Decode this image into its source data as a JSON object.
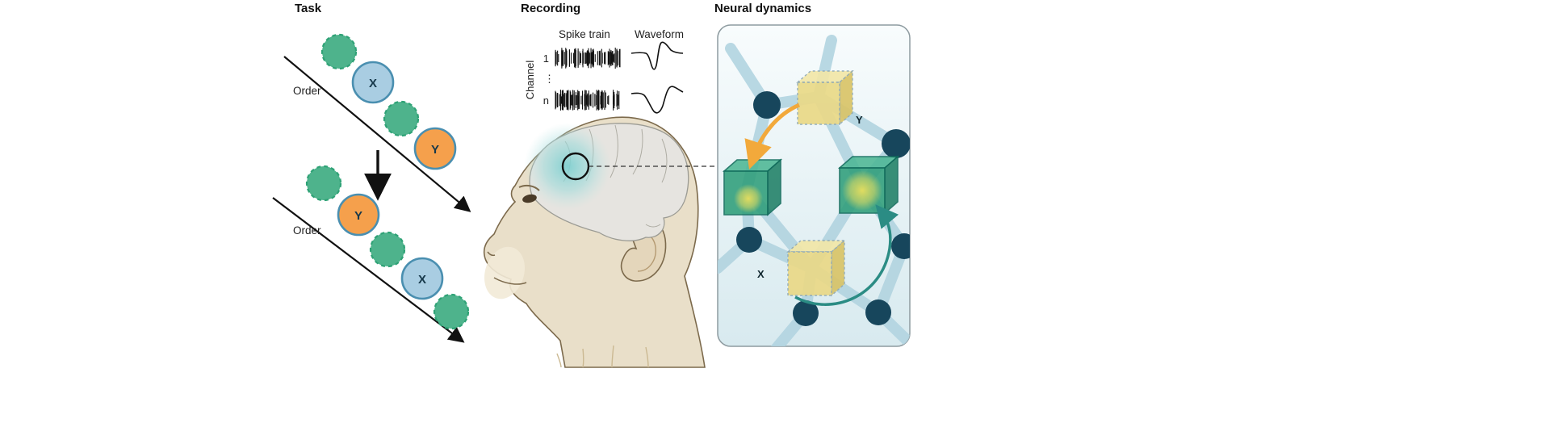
{
  "figure": {
    "panels": {
      "task": {
        "title": "Task",
        "order_label_top": "Order",
        "order_label_bottom": "Order",
        "item_x": "X",
        "item_y": "Y"
      },
      "recording": {
        "title": "Recording",
        "spike_train_label": "Spike train",
        "waveform_label": "Waveform",
        "channel_axis_label": "Channel",
        "channel_first": "1",
        "channel_ellipsis": "⋮",
        "channel_last": "n"
      },
      "neural_dynamics": {
        "title": "Neural dynamics",
        "state_y_label": "Y",
        "state_x_label": "X"
      }
    },
    "colors": {
      "task_green": "#4eb38c",
      "task_green_border": "#2fa276",
      "task_blue": "#a9cde2",
      "task_orange": "#f5a04c",
      "ring_blue": "#4a8fb0",
      "letter_dark": "#16384a",
      "spike_black": "#111111",
      "band_blue": "#b2d4e0",
      "node_navy": "#17465c",
      "cube_yellow": "#ead987",
      "cube_green": "#2f9e7a",
      "arrow_orange": "#f2a93b",
      "arrow_teal": "#2b8c84"
    }
  }
}
